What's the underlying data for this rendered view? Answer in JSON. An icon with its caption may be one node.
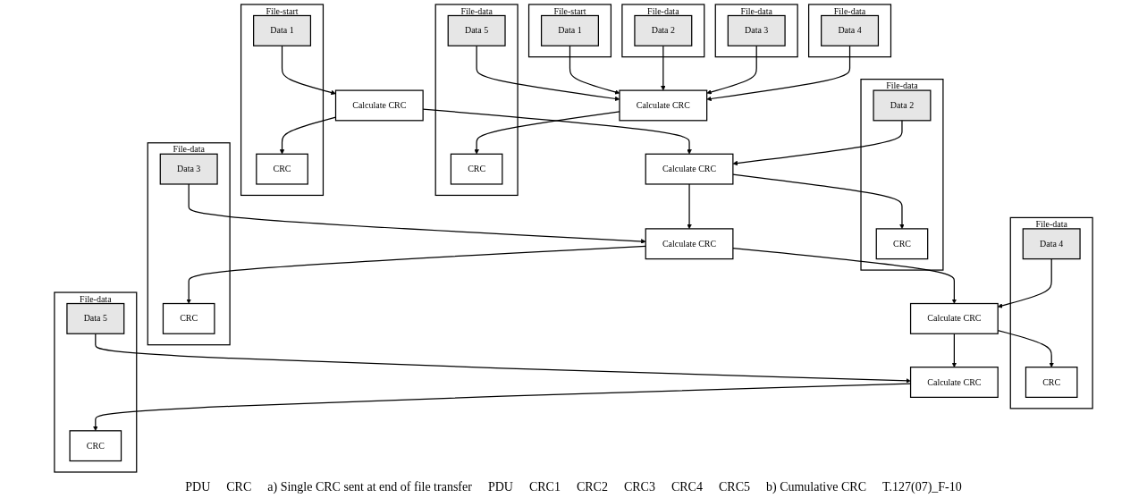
{
  "diagram": {
    "nodes": [
      {
        "text": [
          "File-start"
        ]
      },
      {
        "text": [
          "Data 1"
        ],
        "in": 0
      },
      {
        "text": [
          "File-data"
        ]
      },
      {
        "text": [
          "Data 2"
        ],
        "in": 2
      },
      {
        "text": [
          "File-data"
        ]
      },
      {
        "text": [
          "Data 3"
        ],
        "in": 4
      },
      {
        "text": [
          "File-data"
        ]
      },
      {
        "text": [
          "Data 4"
        ],
        "in": 6
      },
      {
        "text": [
          "File-data"
        ]
      },
      {
        "text": [
          "Data 5"
        ],
        "in": 8
      },
      {
        "text": [
          "CRC"
        ],
        "in": 8
      },
      {
        "text": [
          "Calculate CRC"
        ]
      },
      {
        "text": [
          "File-start"
        ]
      },
      {
        "text": [
          "Data 1"
        ],
        "in": 12
      },
      {
        "text": [
          "CRC"
        ],
        "in": 12
      },
      {
        "text": [
          "File-data"
        ]
      },
      {
        "text": [
          "Data 2"
        ],
        "in": 15
      },
      {
        "text": [
          "CRC"
        ],
        "in": 15
      },
      {
        "text": [
          "File-data"
        ]
      },
      {
        "text": [
          "Data 3"
        ],
        "in": 18
      },
      {
        "text": [
          "CRC"
        ],
        "in": 18
      },
      {
        "text": [
          "File-data"
        ]
      },
      {
        "text": [
          "Data 4"
        ],
        "in": 21
      },
      {
        "text": [
          "CRC"
        ],
        "in": 21
      },
      {
        "text": [
          "File-data"
        ]
      },
      {
        "text": [
          "Data 5"
        ],
        "in": 24
      },
      {
        "text": [
          "CRC"
        ],
        "in": 24
      },
      {
        "text": [
          "Calculate CRC"
        ]
      },
      {
        "text": [
          "Calculate CRC"
        ]
      },
      {
        "text": [
          "Calculate CRC"
        ]
      },
      {
        "text": [
          "Calculate CRC"
        ]
      },
      {
        "text": [
          "Calculate CRC"
        ]
      }
    ],
    "edges": [
      {
        "from": 1,
        "to": 11,
        "arrow": "to"
      },
      {
        "from": 3,
        "to": 11,
        "arrow": "to"
      },
      {
        "from": 5,
        "to": 11,
        "arrow": "to"
      },
      {
        "from": 7,
        "to": 11,
        "arrow": "to"
      },
      {
        "from": 9,
        "to": 11,
        "arrow": "to"
      },
      {
        "from": 11,
        "to": 10,
        "arrow": "to"
      },
      {
        "from": 13,
        "to": 27,
        "arrow": "to"
      },
      {
        "from": 27,
        "to": 14,
        "arrow": "to"
      },
      {
        "from": 27,
        "to": 28,
        "arrow": "to"
      },
      {
        "from": 16,
        "to": 28,
        "arrow": "to"
      },
      {
        "from": 28,
        "to": 17,
        "arrow": "to"
      },
      {
        "from": 28,
        "to": 29,
        "arrow": "to"
      },
      {
        "from": 19,
        "to": 29,
        "arrow": "to"
      },
      {
        "from": 29,
        "to": 20,
        "arrow": "to"
      },
      {
        "from": 29,
        "to": 30,
        "arrow": "to"
      },
      {
        "from": 22,
        "to": 30,
        "arrow": "to"
      },
      {
        "from": 30,
        "to": 23,
        "arrow": "to"
      },
      {
        "from": 30,
        "to": 31,
        "arrow": "to"
      },
      {
        "from": 25,
        "to": 31,
        "arrow": "to"
      },
      {
        "from": 31,
        "to": 26,
        "arrow": "to"
      }
    ],
    "labels": [
      "PDU",
      "CRC",
      "a) Single CRC sent at end of file transfer",
      "PDU",
      "CRC1",
      "CRC2",
      "CRC3",
      "CRC4",
      "CRC5",
      "b) Cumulative CRC",
      "T.127(07)_F-10"
    ]
  }
}
